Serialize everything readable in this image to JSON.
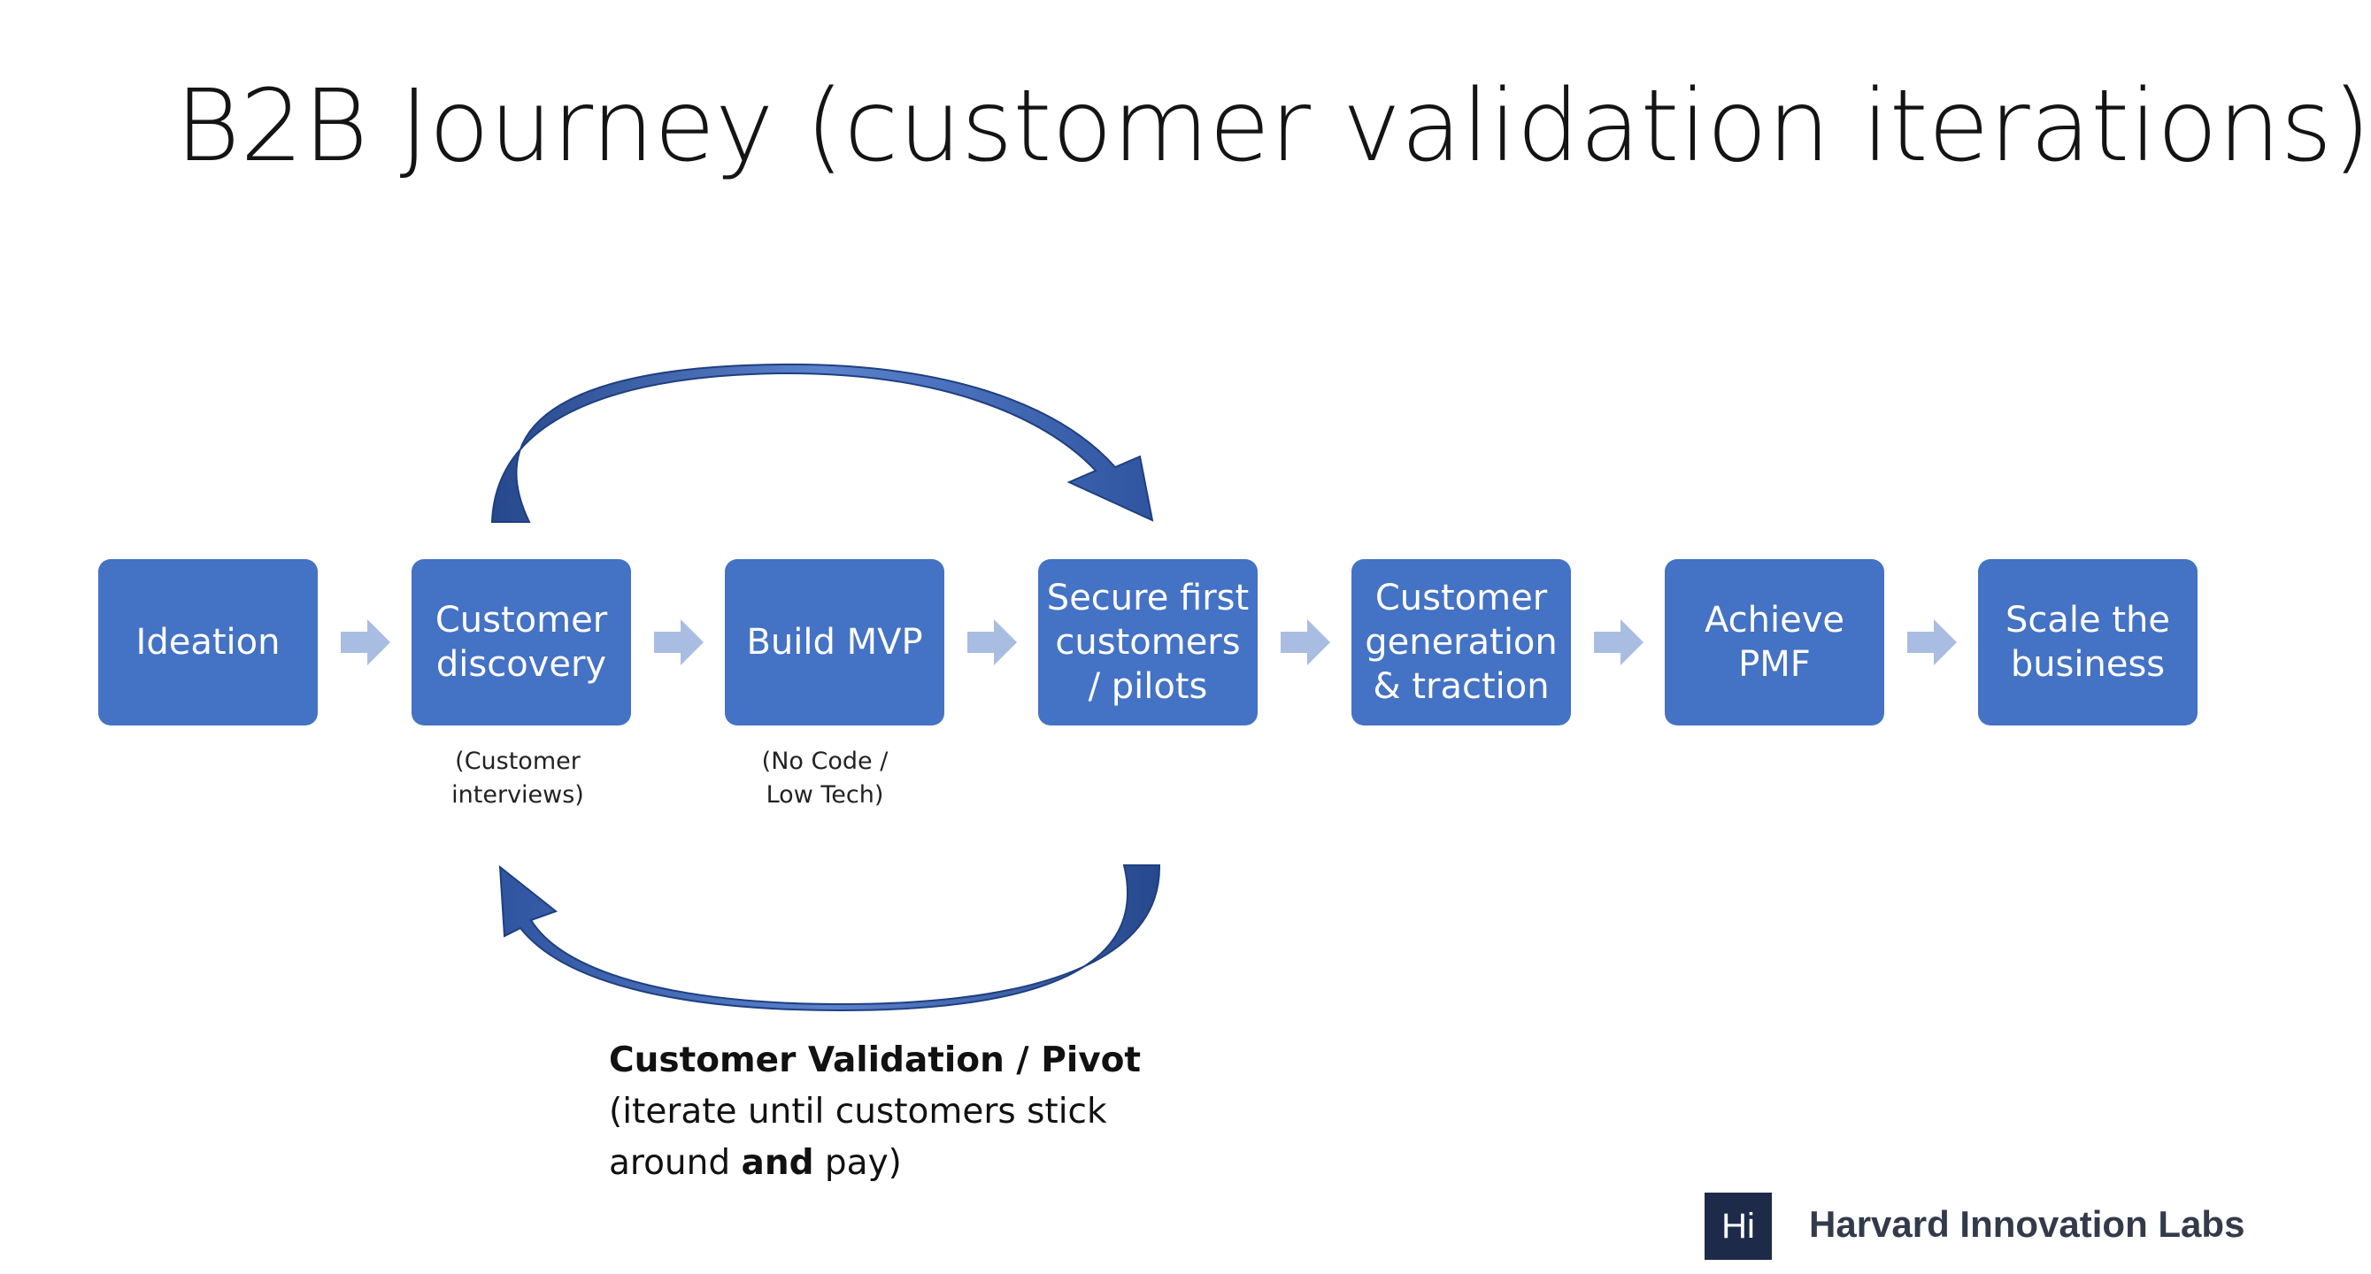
{
  "title": "B2B Journey (customer validation iterations)",
  "stages": [
    {
      "label": "Ideation"
    },
    {
      "label": "Customer\ndiscovery",
      "note": "(Customer\ninterviews)"
    },
    {
      "label": "Build MVP",
      "note": "(No Code /\nLow Tech)"
    },
    {
      "label": "Secure first\ncustomers\n/ pilots"
    },
    {
      "label": "Customer\ngeneration\n& traction"
    },
    {
      "label": "Achieve\nPMF"
    },
    {
      "label": "Scale the\nbusiness"
    }
  ],
  "caption": {
    "heading": "Customer Validation / Pivot",
    "line1": "(iterate until customers stick",
    "line2_pre": "around ",
    "line2_bold": "and",
    "line2_post": " pay)"
  },
  "logo": {
    "mark": "Hi",
    "name": "Harvard Innovation Labs"
  },
  "colors": {
    "stage_fill": "#4472c4",
    "chevron": "#a9bde2",
    "loop_arrow": "#3f63ad"
  }
}
